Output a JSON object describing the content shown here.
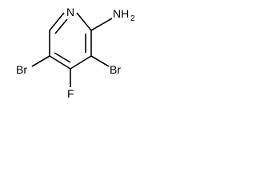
{
  "structure": {
    "atoms": {
      "n_ring": "N",
      "nh2_main": "NH",
      "nh2_sub": "2",
      "br_left": "Br",
      "br_right": "Br",
      "f": "F"
    }
  }
}
